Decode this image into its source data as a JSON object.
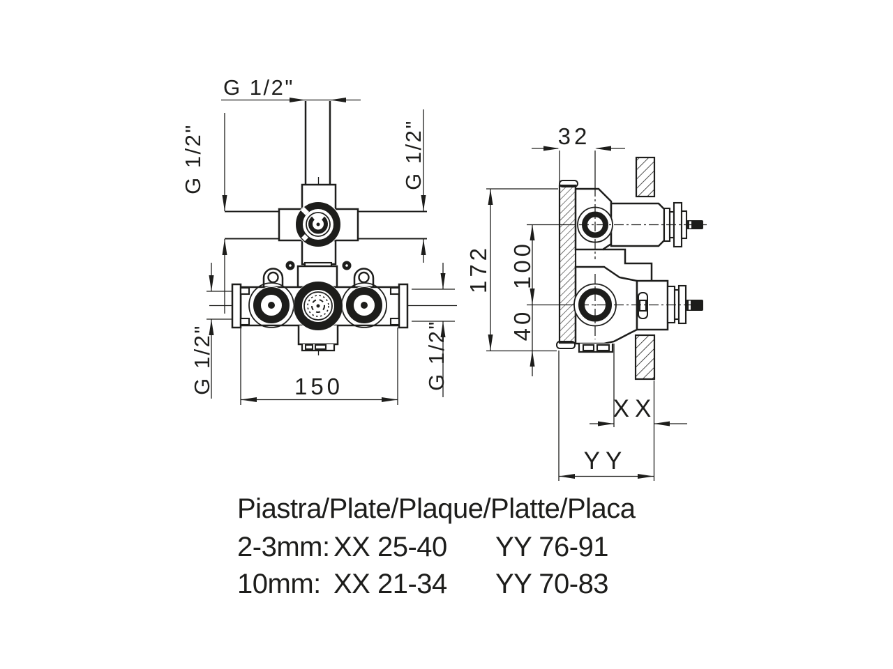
{
  "drawing": {
    "front_view": {
      "top_thread": "G 1/2\"",
      "upper_left_thread": "G 1/2\"",
      "upper_right_thread": "G 1/2\"",
      "lower_left_thread": "G 1/2\"",
      "lower_right_thread": "G 1/2\"",
      "body_width": "150"
    },
    "side_view": {
      "depth_to_axis": "32",
      "overall_height": "172",
      "port_spacing": "100",
      "axis_to_bottom": "40",
      "xx_label": "XX",
      "yy_label": "YY"
    }
  },
  "footer": {
    "title": "Piastra/Plate/Plaque/Platte/Placa",
    "rows": [
      {
        "thickness": "2-3mm:",
        "xx": "XX 25-40",
        "yy": "YY 76-91"
      },
      {
        "thickness": "10mm:",
        "xx": "XX 21-34",
        "yy": "YY 70-83"
      }
    ]
  },
  "colors": {
    "line": "#1d1d1b",
    "background": "#ffffff"
  }
}
